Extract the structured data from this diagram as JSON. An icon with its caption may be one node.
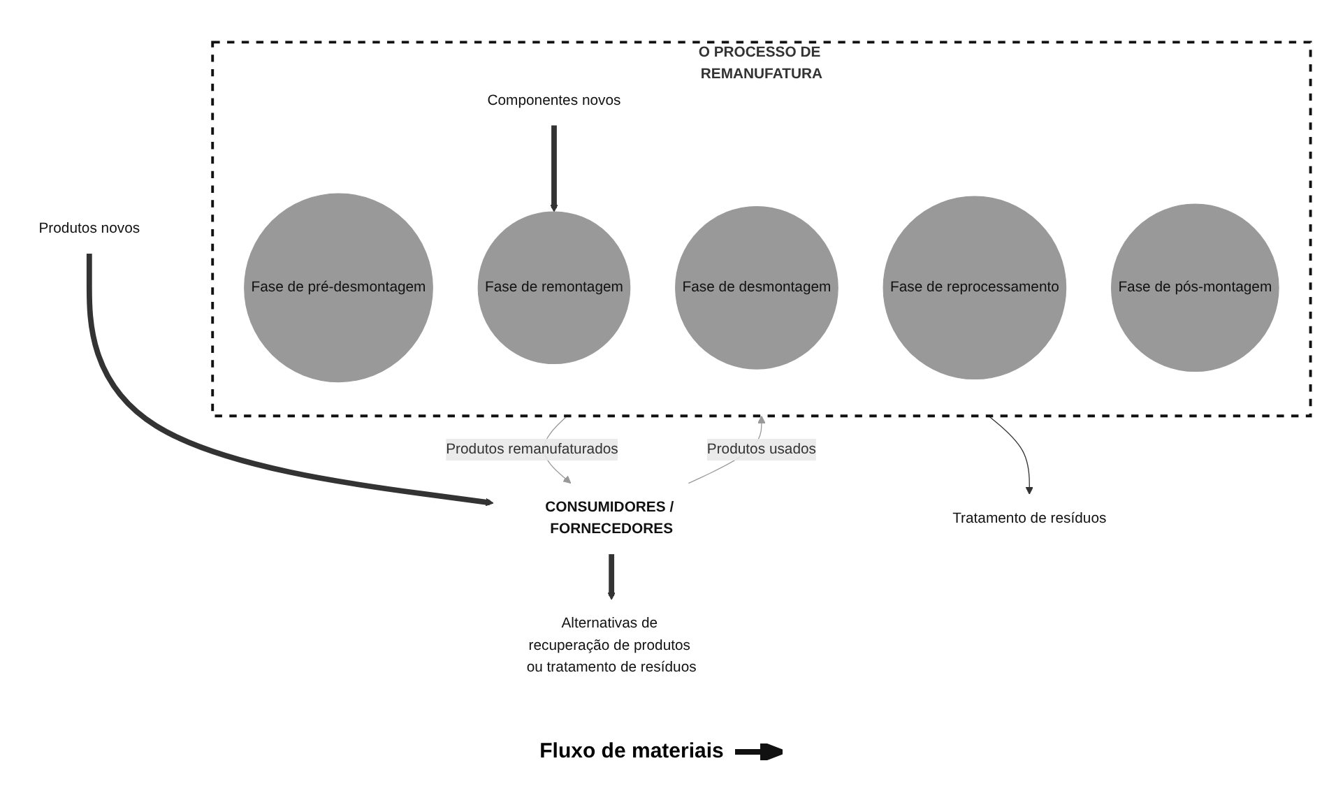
{
  "diagram": {
    "nodes": [
      {
        "text": [
          "Alternativas de recuperação de produtos ou tratamento de resíduos"
        ]
      },
      {
        "text": [
          "Produtos novos"
        ]
      },
      {
        "text": [
          "CONSUMIDORES / FORNECEDORES"
        ]
      },
      {
        "text": [
          "O PROCESSO DE REMANUFATURA"
        ]
      },
      {
        "text": [
          "Fase de pré-desmontagem"
        ],
        "in": 3
      },
      {
        "text": [
          "Fase de desmontagem"
        ],
        "in": 3
      },
      {
        "text": [
          "Fase de reprocessamento"
        ],
        "in": 3
      },
      {
        "text": [
          "Componentes novos"
        ],
        "in": 3
      },
      {
        "text": [
          "Fase de remontagem"
        ],
        "in": 3
      },
      {
        "text": [
          "Fase de pós-montagem"
        ],
        "in": 3
      },
      {
        "text": [
          "Tratamento de resíduos"
        ]
      }
    ],
    "edges": [
      {
        "from": 2,
        "to": 0,
        "arrow": "to",
        "style": "thick"
      },
      {
        "from": 1,
        "to": 2,
        "arrow": "to",
        "style": "thick"
      },
      {
        "from": 2,
        "to": 3,
        "arrow": "to",
        "label": "Produtos usados",
        "color": "#999999"
      },
      {
        "from": 3,
        "to": 2,
        "arrow": "to",
        "label": "Produtos remanufaturados",
        "color": "#999999"
      },
      {
        "from": 7,
        "to": 8,
        "arrow": "to",
        "style": "thick"
      },
      {
        "from": 3,
        "to": 10,
        "arrow": "to"
      }
    ],
    "labels": [
      "Fluxo de materiais"
    ]
  }
}
